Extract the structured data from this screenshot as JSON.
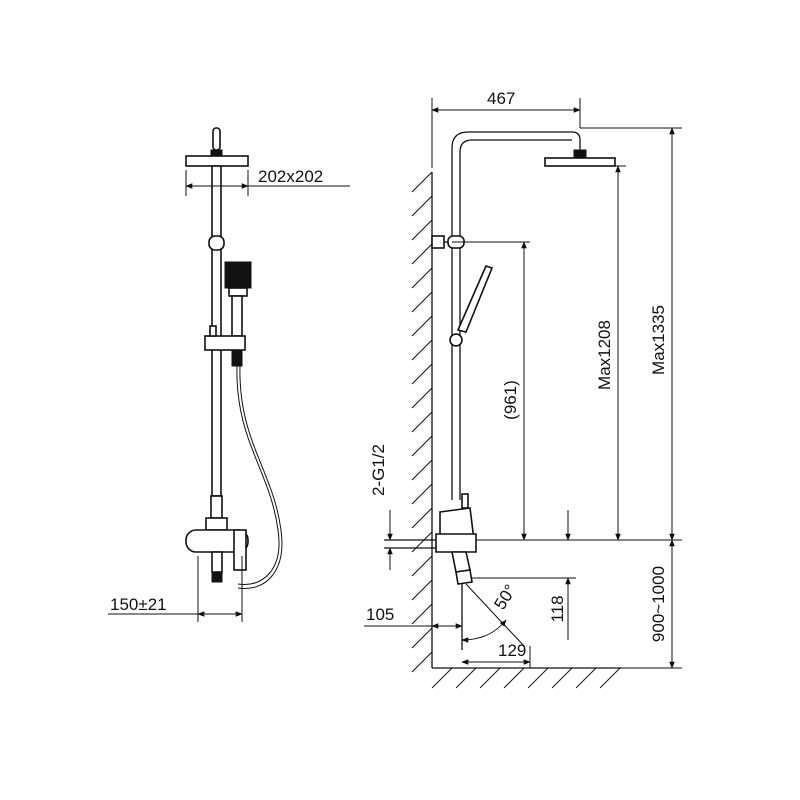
{
  "dimensions": {
    "head_size": "202x202",
    "arm_reach": "467",
    "inlet_spacing": "150±21",
    "inlet_thread": "2-G1/2",
    "rail_length": "(961)",
    "max_height_handshower": "Max1208",
    "max_height_total": "Max1335",
    "spout_angle": "50°",
    "spout_offset": "105",
    "spout_height": "118",
    "spout_projection": "129",
    "install_height": "900~1000"
  },
  "icons": {
    "wall_hatch": "wall-hatch-pattern",
    "floor_hatch": "floor-hatch-pattern"
  }
}
